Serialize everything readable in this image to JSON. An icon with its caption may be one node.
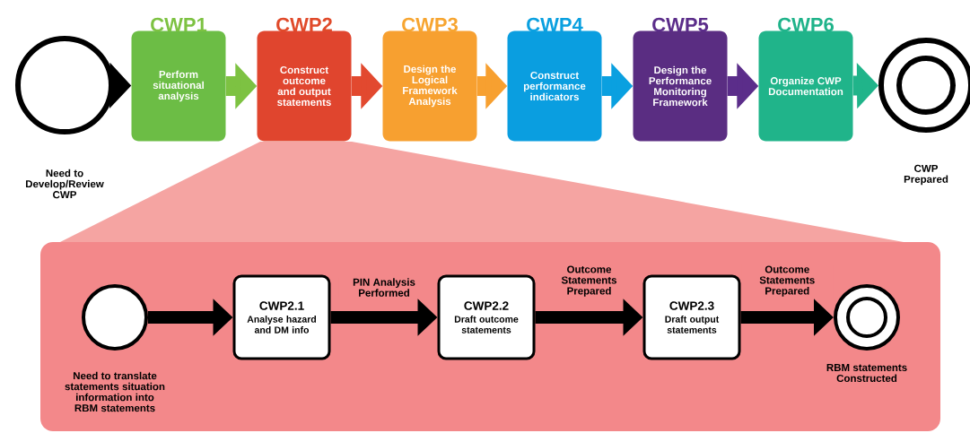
{
  "diagram": {
    "nodes": [
      {
        "text": [],
        "shape": "circle",
        "beside": [
          "Need to Develop/Review CWP"
        ]
      },
      {
        "text": [
          "CWP1",
          "Perform situational analysis"
        ]
      },
      {
        "text": [
          "CWP2",
          "Construct outcome and output statements"
        ]
      },
      {
        "text": [
          "CWP3",
          "Design the Logical Framework Analysis"
        ]
      },
      {
        "text": [
          "CWP4",
          "Construct performance indicators"
        ]
      },
      {
        "text": [
          "CWP5",
          "Design the Performance Monitoring Framework"
        ]
      },
      {
        "text": [
          "CWP6",
          "Organize CWP Documentation"
        ]
      },
      {
        "text": [],
        "shape": "circle",
        "beside": [
          "CWP Prepared"
        ]
      },
      {
        "text": [],
        "shape": "box"
      },
      {
        "text": [],
        "shape": "circle",
        "in": 8,
        "beside": [
          "Need to translate statements situation information into RBM statements"
        ]
      },
      {
        "text": [
          "CWP2.1",
          "Analyse hazard and DM info"
        ],
        "in": 8
      },
      {
        "text": [
          "CWP2.2",
          "Draft outcome statements"
        ],
        "in": 8
      },
      {
        "text": [
          "CWP2.3",
          "Draft output statements"
        ],
        "in": 8
      },
      {
        "text": [],
        "shape": "circle",
        "in": 8,
        "beside": [
          "RBM statements Constructed"
        ]
      }
    ],
    "edges": [
      {
        "from": 0,
        "to": 1,
        "arrow": "to"
      },
      {
        "from": 1,
        "to": 2,
        "arrow": "to",
        "color": "#7dc242"
      },
      {
        "from": 2,
        "to": 3,
        "arrow": "to",
        "color": "#e2492f"
      },
      {
        "from": 3,
        "to": 4,
        "arrow": "to",
        "color": "#f7a030"
      },
      {
        "from": 4,
        "to": 5,
        "arrow": "to",
        "color": "#0aa0e0"
      },
      {
        "from": 5,
        "to": 6,
        "arrow": "to",
        "color": "#5b2d8a"
      },
      {
        "from": 6,
        "to": 7,
        "arrow": "to",
        "color": "#20b48a"
      },
      {
        "from": 9,
        "to": 10,
        "arrow": "to"
      },
      {
        "from": 10,
        "to": 11,
        "arrow": "to",
        "label": "PIN Analysis Performed"
      },
      {
        "from": 11,
        "to": 12,
        "arrow": "to",
        "label": "Outcome Statements Prepared"
      },
      {
        "from": 12,
        "to": 13,
        "arrow": "to",
        "label": "Outcome Statements Prepared"
      }
    ]
  }
}
